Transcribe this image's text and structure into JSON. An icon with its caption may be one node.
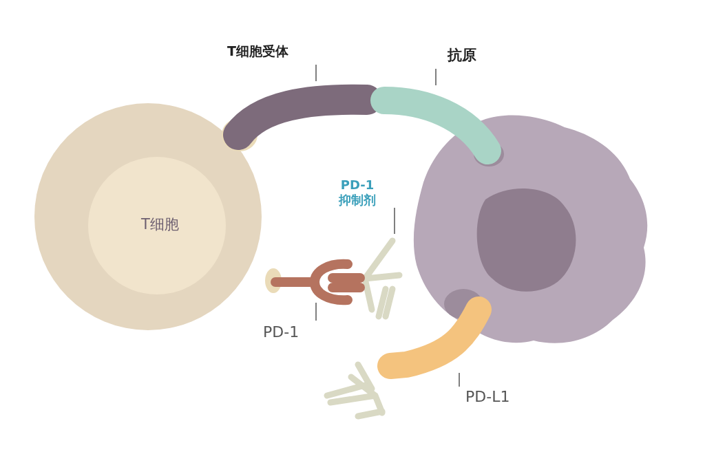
{
  "diagram": {
    "nodes": [
      {
        "text": [
          "T细胞"
        ]
      },
      {
        "text": [
          "T细胞受体"
        ]
      },
      {
        "text": [],
        "shape": "bar"
      },
      {
        "text": [
          "抗原"
        ]
      },
      {
        "text": [],
        "shape": "bar"
      },
      {
        "text": [
          "PD-1 抑制剂"
        ]
      },
      {
        "text": [],
        "shape": "picture"
      },
      {
        "text": [
          "PD-1"
        ]
      },
      {
        "text": [],
        "shape": "picture"
      },
      {
        "text": [
          "PD-L1"
        ]
      },
      {
        "text": [],
        "shape": "bar"
      }
    ],
    "edges": [
      {
        "from": 1,
        "to": 2,
        "arrow": "none"
      },
      {
        "from": 3,
        "to": 4,
        "arrow": "none"
      },
      {
        "from": 5,
        "to": 6,
        "arrow": "none"
      },
      {
        "from": 7,
        "to": 8,
        "arrow": "none"
      },
      {
        "from": 9,
        "to": 10,
        "arrow": "none"
      }
    ]
  }
}
